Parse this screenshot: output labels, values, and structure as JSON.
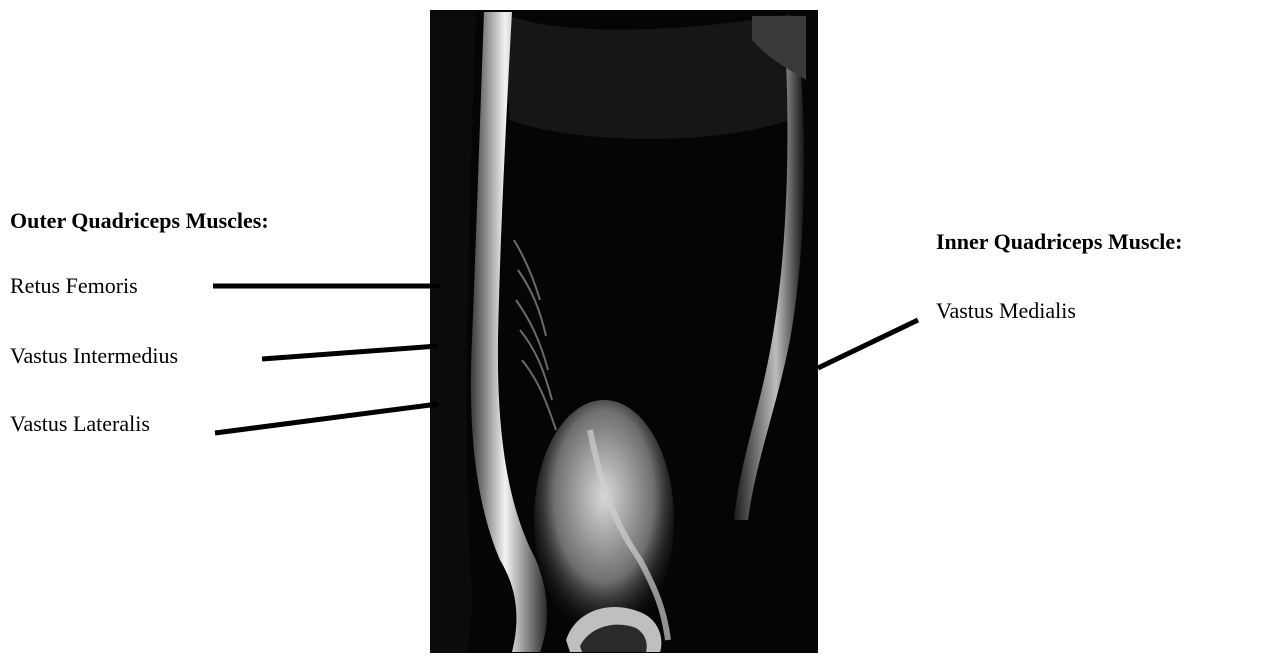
{
  "outer_group": {
    "heading": "Outer Quadriceps Muscles:",
    "items": [
      {
        "label": "Retus Femoris"
      },
      {
        "label": "Vastus Intermedius"
      },
      {
        "label": "Vastus Lateralis"
      }
    ]
  },
  "inner_group": {
    "heading": "Inner Quadriceps Muscle:",
    "items": [
      {
        "label": "Vastus Medialis"
      }
    ]
  },
  "colors": {
    "background": "#ffffff",
    "text": "#000000",
    "leader_line": "#000000",
    "photo_dark": "#050505",
    "photo_highlight": "#e8e8e8"
  }
}
